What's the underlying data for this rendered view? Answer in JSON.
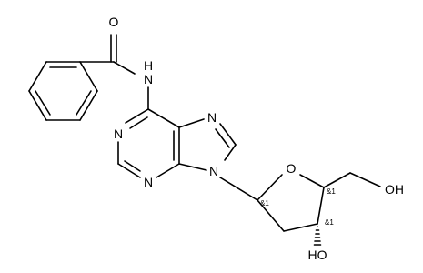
{
  "molecule": {
    "atoms": {
      "o_carbonyl": "O",
      "n_amide": "N",
      "h_amide": "H",
      "n1": "N",
      "n3": "N",
      "n7": "N",
      "n9": "N",
      "o_ring": "O",
      "o_hydroxymethyl": "OH",
      "o_hydroxyl": "HO"
    },
    "stereo_labels": {
      "c1_prime": "&1",
      "c4_prime": "&1",
      "c3_prime": "&1"
    },
    "colors": {
      "bond": "#000000",
      "text": "#000000",
      "background": "#ffffff"
    }
  }
}
